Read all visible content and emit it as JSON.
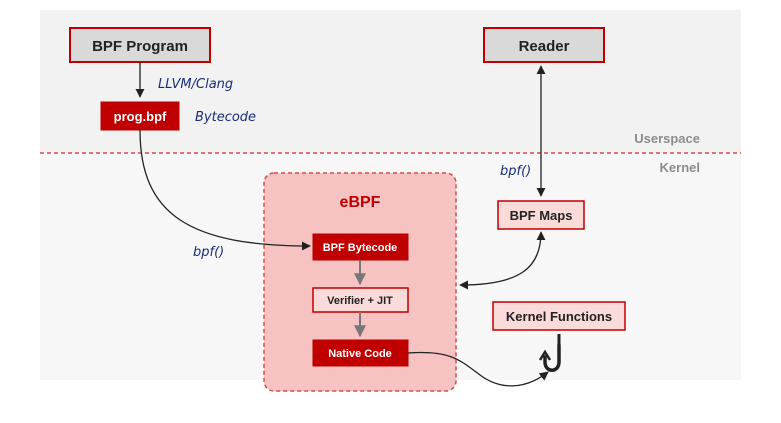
{
  "diagram": {
    "nodes": {
      "bpf_program": "BPF Program",
      "llvm_clang": "LLVM/Clang",
      "prog_bpf": "prog.bpf",
      "bytecode": "Bytecode",
      "reader": "Reader",
      "bpf_call_kernel": "bpf()",
      "bpf_call_maps": "bpf()",
      "ebpf": "eBPF",
      "bpf_bytecode": "BPF Bytecode",
      "verifier_jit": "Verifier + JIT",
      "native_code": "Native Code",
      "bpf_maps": "BPF Maps",
      "kernel_functions": "Kernel Functions"
    },
    "regions": {
      "userspace": "Userspace",
      "kernel": "Kernel"
    },
    "colors": {
      "accent_red": "#c00000",
      "box_fill_light": "#fbdada",
      "ebpf_panel": "#f6c2c2",
      "gray_box": "#d9d9d9",
      "ink_blue": "#1a2b7a"
    }
  }
}
